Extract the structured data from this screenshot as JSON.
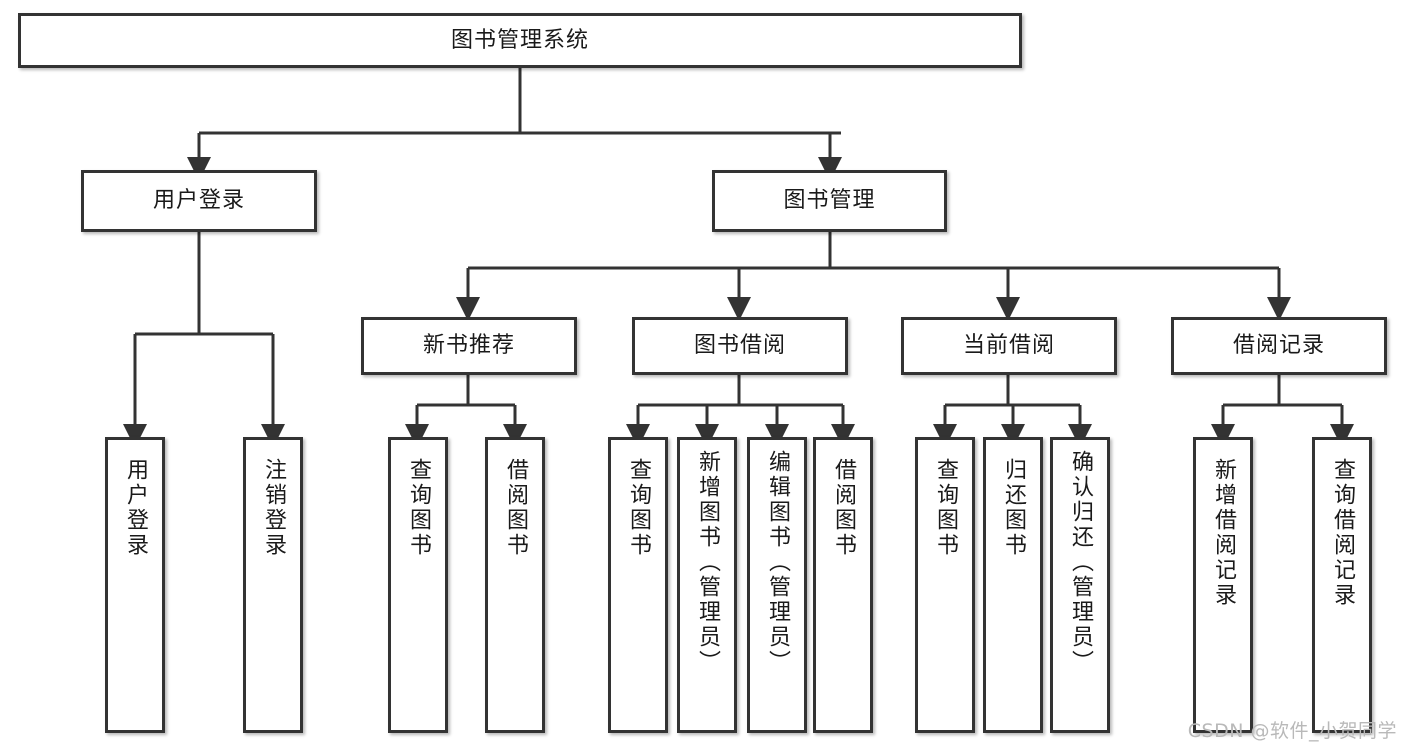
{
  "diagram": {
    "type": "tree",
    "title": "图书管理系统",
    "root": {
      "label": "图书管理系统"
    },
    "level2": [
      {
        "label": "用户登录"
      },
      {
        "label": "图书管理"
      }
    ],
    "level3": [
      {
        "label": "新书推荐"
      },
      {
        "label": "图书借阅"
      },
      {
        "label": "当前借阅"
      },
      {
        "label": "借阅记录"
      }
    ],
    "leaves": {
      "user_login": [
        {
          "label": "用户登录"
        },
        {
          "label": "注销登录"
        }
      ],
      "new_book_recommend": [
        {
          "label": "查询图书"
        },
        {
          "label": "借阅图书"
        }
      ],
      "book_borrow": [
        {
          "label": "查询图书"
        },
        {
          "label": "新增图书（管理员）"
        },
        {
          "label": "编辑图书（管理员）"
        },
        {
          "label": "借阅图书"
        }
      ],
      "current_borrow": [
        {
          "label": "查询图书"
        },
        {
          "label": "归还图书"
        },
        {
          "label": "确认归还（管理员）"
        }
      ],
      "borrow_record": [
        {
          "label": "新增借阅记录"
        },
        {
          "label": "查询借阅记录"
        }
      ]
    }
  },
  "colors": {
    "stroke": "#333333",
    "fill": "#ffffff",
    "text": "#1a1a1a",
    "watermark": "#b9b9b9"
  },
  "watermark": {
    "text": "CSDN @软件_小贺同学"
  }
}
